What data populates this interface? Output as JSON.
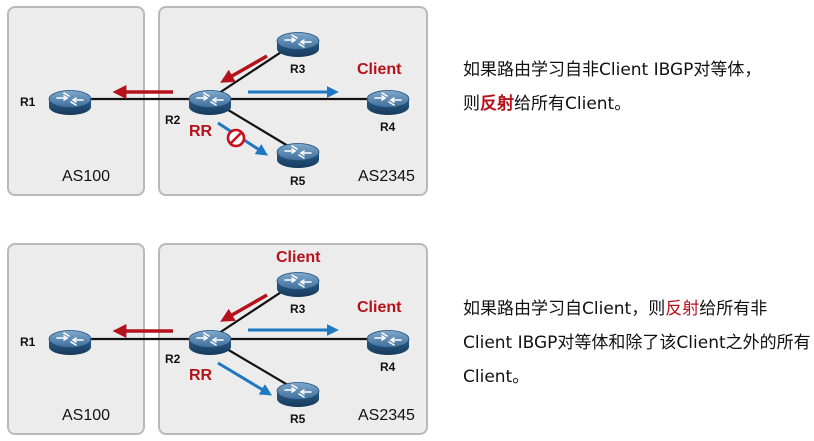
{
  "panel1": {
    "routers": {
      "r1": "R1",
      "r2": "R2",
      "r3": "R3",
      "r4": "R4",
      "r5": "R5"
    },
    "rr_label": "RR",
    "client_r4": "Client",
    "as_left": "AS100",
    "as_right": "AS2345",
    "description": {
      "part1": "如果路由学习自非Client  IBGP对等体，",
      "part2": "则",
      "highlight": "反射",
      "part3": "给所有Client。"
    }
  },
  "panel2": {
    "routers": {
      "r1": "R1",
      "r2": "R2",
      "r3": "R3",
      "r4": "R4",
      "r5": "R5"
    },
    "rr_label": "RR",
    "client_r3": "Client",
    "client_r4": "Client",
    "as_left": "AS100",
    "as_right": "AS2345",
    "description": {
      "part1": "如果路由学习自Client，则",
      "highlight": "反射",
      "part2": "给所有非Client  IBGP对等体和除了该Client之外的所有Client。"
    }
  },
  "colors": {
    "red_arrow": "#b5121b",
    "blue_arrow": "#1e78c2",
    "router_body": "#1f4f7a",
    "panel_bg": "#ececec",
    "panel_border": "#b9b9b9"
  }
}
